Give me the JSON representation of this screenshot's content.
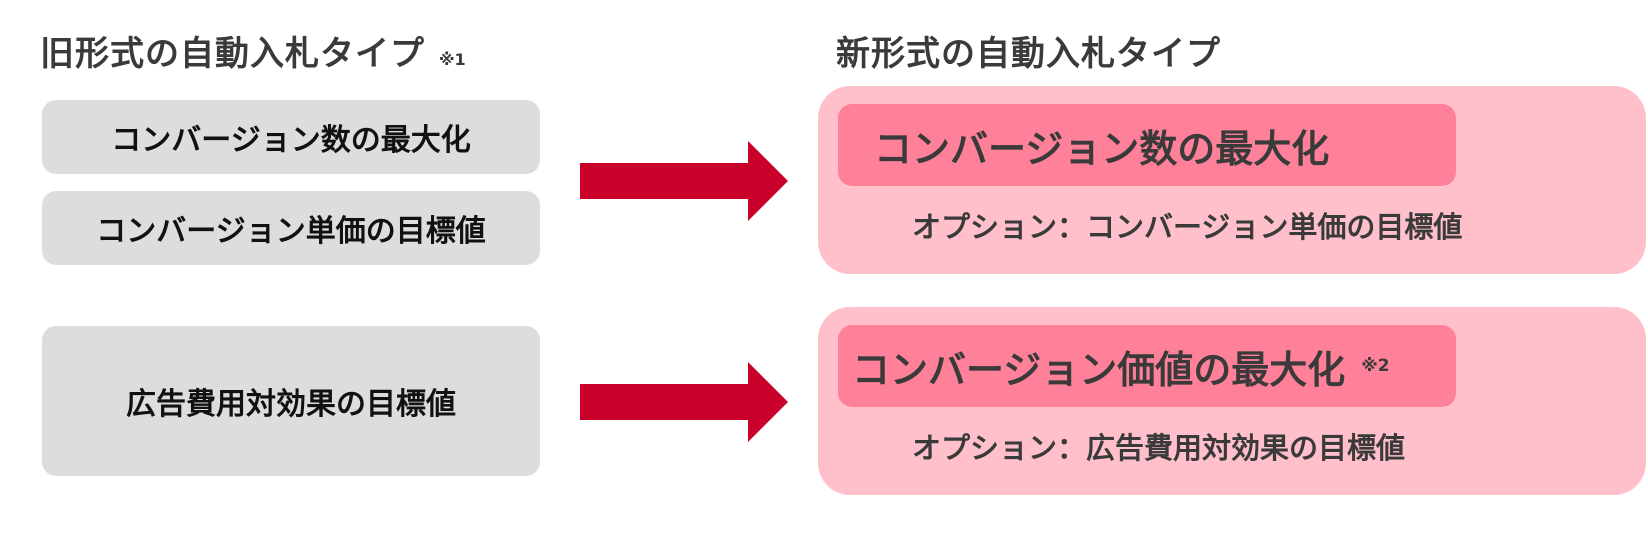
{
  "old_section": {
    "title": "旧形式の自動入札タイプ",
    "note": "※1",
    "items": [
      "コンバージョン数の最大化",
      "コンバージョン単価の目標値",
      "広告費用対効果の目標値"
    ]
  },
  "new_section": {
    "title": "新形式の自動入札タイプ",
    "groups": [
      {
        "main": "コンバージョン数の最大化",
        "note": "",
        "option": "オプション：コンバージョン単価の目標値"
      },
      {
        "main": "コンバージョン価値の最大化",
        "note": "※2",
        "option": "オプション：広告費用対効果の目標値"
      }
    ]
  },
  "colors": {
    "arrow": "#c8002a",
    "grey_box": "#dddddd",
    "pink_outer": "#ffc0cc",
    "pink_inner": "#ff8099"
  }
}
